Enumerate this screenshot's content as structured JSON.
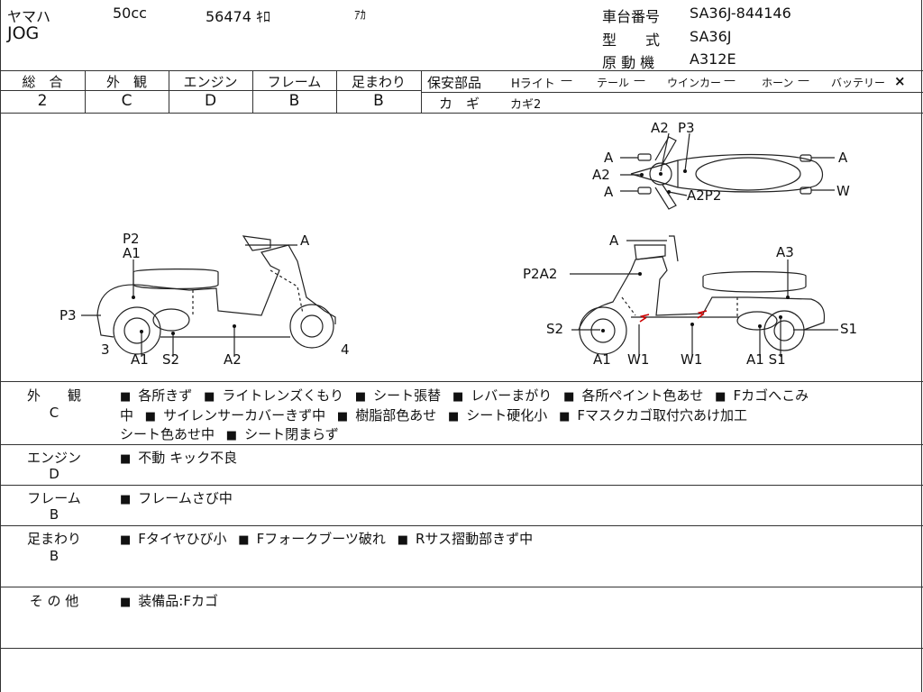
{
  "header": {
    "maker": "ヤマハ",
    "displacement": "50cc",
    "mileage": "56474 ｷﾛ",
    "color": "ｱｶ",
    "model_name": "JOG",
    "chassis_label": "車台番号",
    "chassis_value": "SA36J-844146",
    "type_label": "型　　式",
    "type_value": "SA36J",
    "engine_model_label": "原 動 機",
    "engine_model_value": "A312E"
  },
  "grades": [
    {
      "label": "総　合",
      "value": "2"
    },
    {
      "label": "外　観",
      "value": "C"
    },
    {
      "label": "エンジン",
      "value": "D"
    },
    {
      "label": "フレーム",
      "value": "B"
    },
    {
      "label": "足まわり",
      "value": "B"
    }
  ],
  "safety": {
    "title": "保安部品",
    "items": [
      {
        "name": "Hライト",
        "status": "—"
      },
      {
        "name": "テール",
        "status": "—"
      },
      {
        "name": "ウインカー",
        "status": "—"
      },
      {
        "name": "ホーン",
        "status": "—"
      },
      {
        "name": "バッテリー",
        "status": "×"
      }
    ],
    "key_label": "カ　ギ",
    "key_value": "カギ2"
  },
  "diagram": {
    "top": {
      "a2_top": "A2",
      "p3_top": "P3",
      "a_left1": "A",
      "a2_left": "A2",
      "a_left2": "A",
      "a2p2": "A2P2",
      "a_right": "A",
      "w_right": "W"
    },
    "left": {
      "p2": "P2",
      "a1_top": "A1",
      "a_top": "A",
      "p3": "P3",
      "n3": "3",
      "n4": "4",
      "a1_bottom": "A1",
      "s2": "S2",
      "a2_bottom": "A2"
    },
    "right": {
      "a_top": "A",
      "p2a2": "P2A2",
      "a3": "A3",
      "s2": "S2",
      "s1_right": "S1",
      "a1": "A1",
      "w1_a": "W1",
      "w1_b": "W1",
      "a1s1": "A1 S1"
    }
  },
  "notes": [
    {
      "label": "外　　観",
      "grade": "C",
      "lines": [
        [
          "各所きず",
          "ライトレンズくもり",
          "シート張替",
          "レバーまがり",
          "各所ペイント色あせ",
          "Fカゴへこみ"
        ],
        [
          "中",
          "サイレンサーカバーきず中",
          "樹脂部色あせ",
          "シート硬化小",
          "Fマスクカゴ取付穴あけ加工",
          ""
        ],
        [
          "シート色あせ中",
          "シート閉まらず"
        ]
      ]
    },
    {
      "label": "エンジン",
      "grade": "D",
      "items": [
        "不動 キック不良"
      ]
    },
    {
      "label": "フレーム",
      "grade": "B",
      "items": [
        "フレームさび中"
      ]
    },
    {
      "label": "足まわり",
      "grade": "B",
      "items": [
        "Fタイヤひび小",
        "Fフォークブーツ破れ",
        "Rサス摺動部きず中"
      ]
    },
    {
      "label": "そ の 他",
      "grade": "",
      "items": [
        "装備品:Fカゴ"
      ]
    }
  ]
}
